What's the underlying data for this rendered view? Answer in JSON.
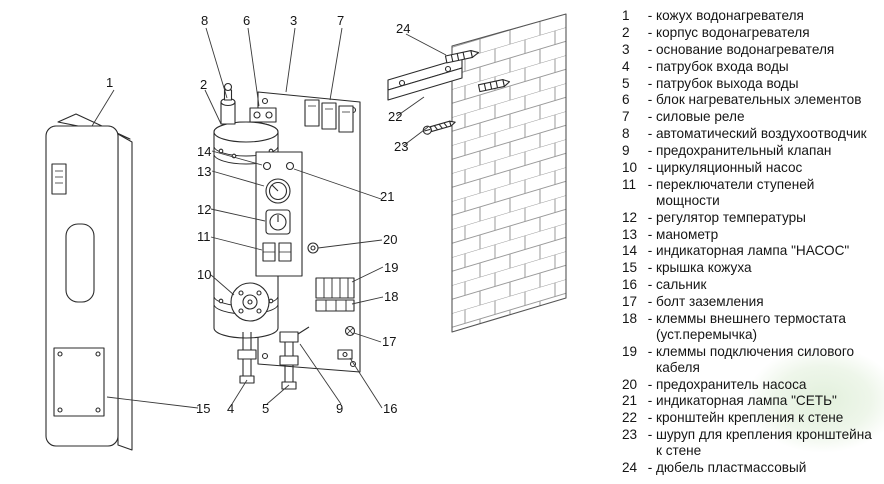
{
  "legend": {
    "separator": "-",
    "items": [
      {
        "num": "1",
        "label": "кожух водонагревателя"
      },
      {
        "num": "2",
        "label": "корпус водонагревателя"
      },
      {
        "num": "3",
        "label": "основание водонагревателя"
      },
      {
        "num": "4",
        "label": "патрубок входа воды"
      },
      {
        "num": "5",
        "label": "патрубок выхода воды"
      },
      {
        "num": "6",
        "label": "блок нагревательных элементов"
      },
      {
        "num": "7",
        "label": "силовые реле"
      },
      {
        "num": "8",
        "label": "автоматический воздухоотводчик"
      },
      {
        "num": "9",
        "label": "предохранительный клапан"
      },
      {
        "num": "10",
        "label": "циркуляционный насос"
      },
      {
        "num": "11",
        "label": "переключатели ступеней мощности"
      },
      {
        "num": "12",
        "label": "регулятор температуры"
      },
      {
        "num": "13",
        "label": "манометр"
      },
      {
        "num": "14",
        "label": "индикаторная лампа \"НАСОС\""
      },
      {
        "num": "15",
        "label": "крышка кожуха"
      },
      {
        "num": "16",
        "label": "сальник"
      },
      {
        "num": "17",
        "label": "болт заземления"
      },
      {
        "num": "18",
        "label": "клеммы внешнего термостата (уст.перемычка)"
      },
      {
        "num": "19",
        "label": "клеммы подключения силового кабеля"
      },
      {
        "num": "20",
        "label": "предохранитель насоса"
      },
      {
        "num": "21",
        "label": "индикаторная лампа \"СЕТЬ\""
      },
      {
        "num": "22",
        "label": "кронштейн крепления к стене"
      },
      {
        "num": "23",
        "label": "шуруп  для крепления кронштейна к стене"
      },
      {
        "num": "24",
        "label": "дюбель пластмассовый"
      }
    ]
  },
  "callouts": {
    "c1": "1",
    "c2": "2",
    "c3": "3",
    "c4": "4",
    "c5": "5",
    "c6": "6",
    "c7": "7",
    "c8": "8",
    "c9": "9",
    "c10": "10",
    "c11": "11",
    "c12": "12",
    "c13": "13",
    "c14": "14",
    "c15": "15",
    "c16": "16",
    "c17": "17",
    "c18": "18",
    "c19": "19",
    "c20": "20",
    "c21": "21",
    "c22": "22",
    "c23": "23",
    "c24": "24"
  },
  "colors": {
    "line": "#2b2b2b",
    "brick": "#9a9a9a",
    "watermark_green": "#e2f0dc"
  }
}
